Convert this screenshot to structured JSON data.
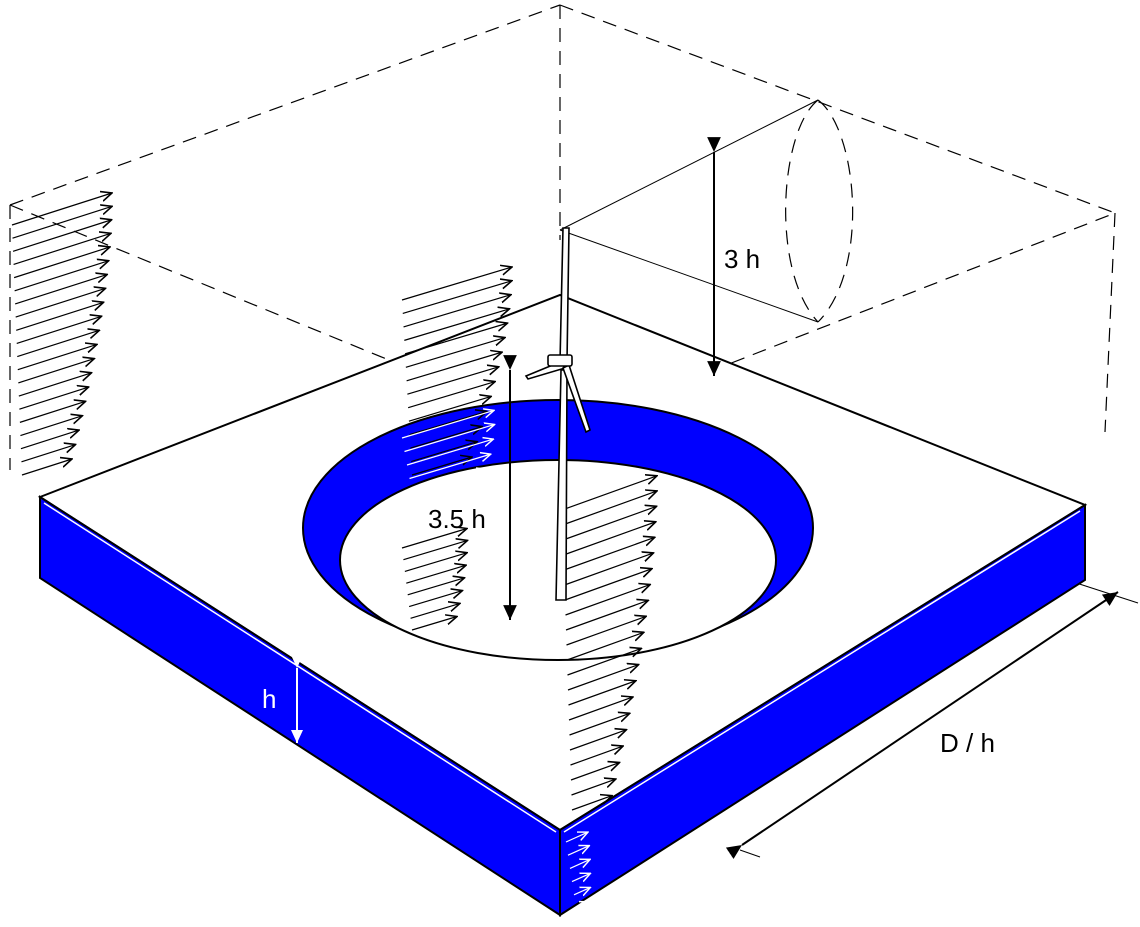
{
  "labels": {
    "top_height": "3 h",
    "hub_height": "3.5 h",
    "layer_thickness": "h",
    "domain_length": "D / h"
  },
  "colors": {
    "water_fill": "#0000ff",
    "line": "#000000",
    "background": "#ffffff"
  },
  "icons": {
    "turbine": "wind-turbine-icon",
    "flow_arrows": "arrow-right-icon"
  }
}
